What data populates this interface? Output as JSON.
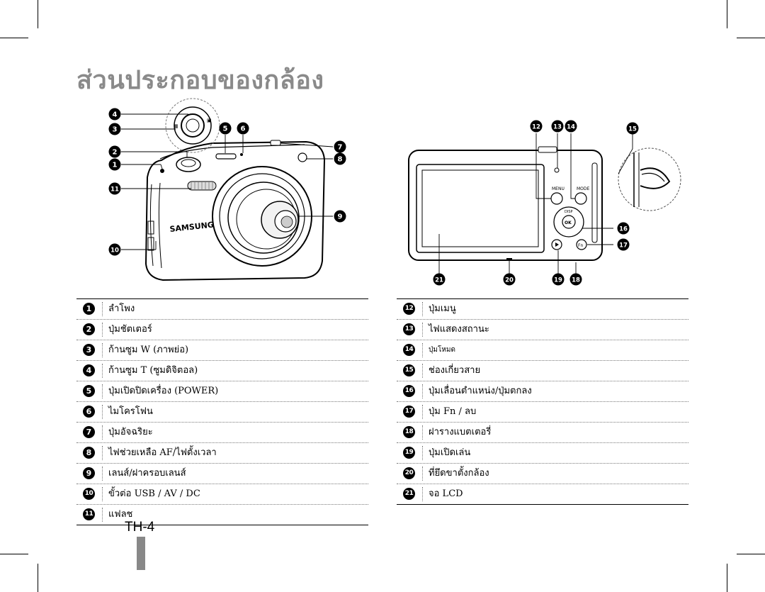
{
  "page": {
    "title": "ส่วนประกอบของกล้อง",
    "page_number": "TH-4"
  },
  "colors": {
    "title_gray": "#8a8a8a",
    "tab_gray": "#888888"
  },
  "figure_front": {
    "brand": "SAMSUNG",
    "callouts": [
      "4",
      "3",
      "5",
      "6",
      "7",
      "2",
      "8",
      "1",
      "11",
      "9",
      "10"
    ]
  },
  "figure_back": {
    "button_labels": {
      "menu": "MENU",
      "mode": "MODE",
      "disp": "DISP",
      "ok": "OK",
      "fn": "Fn"
    },
    "callouts": [
      "12",
      "13",
      "14",
      "15",
      "16",
      "17",
      "21",
      "20",
      "19",
      "18"
    ]
  },
  "legend_left": [
    {
      "num": "1",
      "text": "ลำโพง"
    },
    {
      "num": "2",
      "text": "ปุ่มชัตเตอร์"
    },
    {
      "num": "3",
      "text": "ก้านซูม W (ภาพย่อ)"
    },
    {
      "num": "4",
      "text": "ก้านซูม T (ซูมดิจิตอล)"
    },
    {
      "num": "5",
      "text": "ปุ่มเปิดปิดเครื่อง (POWER)"
    },
    {
      "num": "6",
      "text": "ไมโครโฟน"
    },
    {
      "num": "7",
      "text": "ปุ่มอัจฉริยะ"
    },
    {
      "num": "8",
      "text": "ไฟช่วยเหลือ AF/ไฟตั้งเวลา"
    },
    {
      "num": "9",
      "text": "เลนส์/ฝาครอบเลนส์"
    },
    {
      "num": "10",
      "text": "ขั้วต่อ USB / AV / DC"
    },
    {
      "num": "11",
      "text": "แฟลช"
    }
  ],
  "legend_right": [
    {
      "num": "12",
      "text": "ปุ่มเมนู"
    },
    {
      "num": "13",
      "text": "ไฟแสดงสถานะ"
    },
    {
      "num": "14",
      "text": "ปุ่มโหมด"
    },
    {
      "num": "15",
      "text": "ช่องเกี่ยวสาย"
    },
    {
      "num": "16",
      "text": "ปุ่มเลื่อนตำแหน่ง/ปุ่มตกลง"
    },
    {
      "num": "17",
      "text": "ปุ่ม Fn / ลบ"
    },
    {
      "num": "18",
      "text": "ฝารางแบตเตอรี่"
    },
    {
      "num": "19",
      "text": "ปุ่มเปิดเล่น"
    },
    {
      "num": "20",
      "text": "ที่ยึดขาตั้งกล้อง"
    },
    {
      "num": "21",
      "text": "จอ LCD"
    }
  ]
}
